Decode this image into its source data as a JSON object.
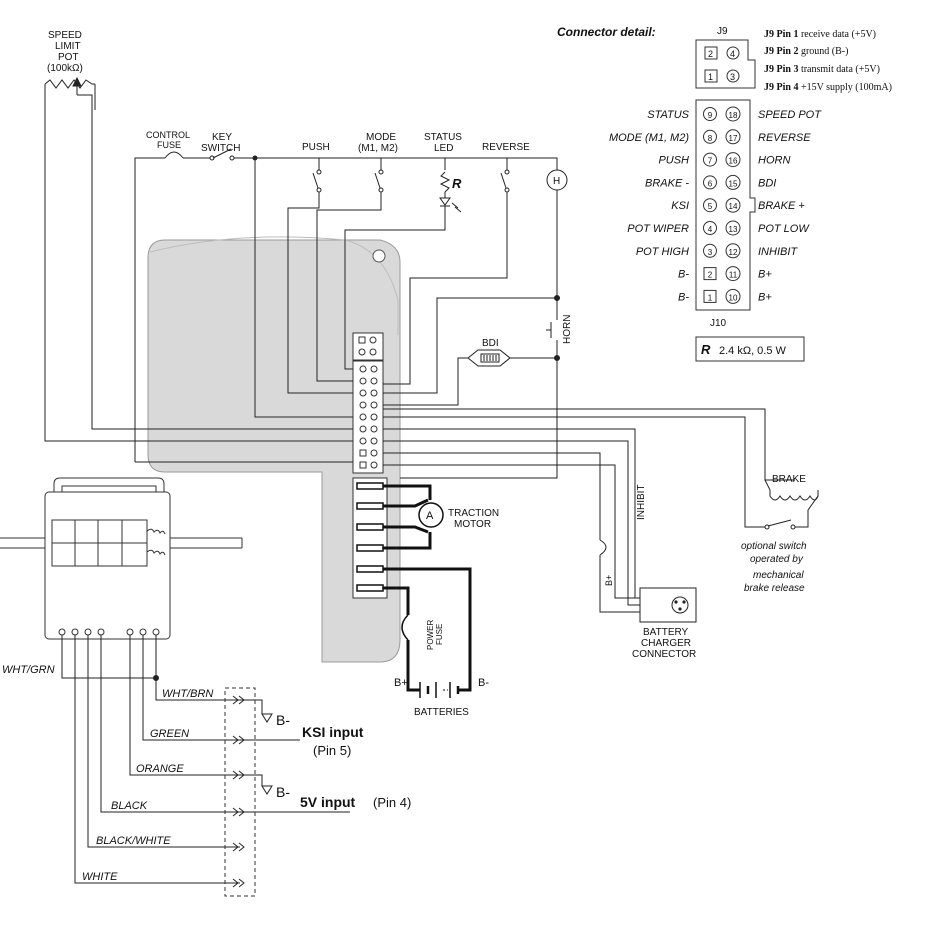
{
  "speed_pot": {
    "line1": "SPEED",
    "line2": "LIMIT",
    "line3": "POT",
    "line4": "(100kΩ)"
  },
  "top_labels": {
    "control_fuse_1": "CONTROL",
    "control_fuse_2": "FUSE",
    "key_switch_1": "KEY",
    "key_switch_2": "SWITCH",
    "push": "PUSH",
    "mode_1": "MODE",
    "mode_2": "(M1, M2)",
    "status_led_1": "STATUS",
    "status_led_2": "LED",
    "reverse": "REVERSE",
    "h": "H",
    "r": "R"
  },
  "horn": "HORN",
  "bdi": "BDI",
  "motor": {
    "a": "A",
    "line1": "TRACTION",
    "line2": "MOTOR"
  },
  "power_fuse": {
    "line1": "POWER",
    "line2": "FUSE"
  },
  "batteries": {
    "label": "BATTERIES",
    "bplus": "B+",
    "bminus": "B-"
  },
  "inhibit": "INHIBIT",
  "bplus_vert": "B+",
  "brake": "BRAKE",
  "optional_switch": {
    "l1": "optional switch",
    "l2": "operated by",
    "l3": "mechanical",
    "l4": "brake release"
  },
  "charger": {
    "l1": "BATTERY",
    "l2": "CHARGER",
    "l3": "CONNECTOR"
  },
  "connector_detail": {
    "title": "Connector detail:",
    "j9": "J9",
    "j10": "J10",
    "j9_pins": [
      {
        "pin": "J9 Pin 1",
        "desc": "receive data (+5V)"
      },
      {
        "pin": "J9 Pin 2",
        "desc": "ground (B-)"
      },
      {
        "pin": "J9 Pin 3",
        "desc": "transmit data (+5V)"
      },
      {
        "pin": "J9 Pin 4",
        "desc": "+15V supply (100mA)"
      }
    ],
    "j9_grid": [
      "2",
      "4",
      "1",
      "3"
    ],
    "left_labels": [
      "STATUS",
      "MODE (M1, M2)",
      "PUSH",
      "BRAKE -",
      "KSI",
      "POT WIPER",
      "POT HIGH",
      "B-",
      "B-"
    ],
    "left_nums": [
      "9",
      "8",
      "7",
      "6",
      "5",
      "4",
      "3",
      "2",
      "1"
    ],
    "right_nums": [
      "18",
      "17",
      "16",
      "15",
      "14",
      "13",
      "12",
      "11",
      "10"
    ],
    "right_labels": [
      "SPEED POT",
      "REVERSE",
      "HORN",
      "BDI",
      "BRAKE +",
      "POT LOW",
      "INHIBIT",
      "B+",
      "B+"
    ],
    "resistor_r": "R",
    "resistor_value": "2.4 kΩ, 0.5 W"
  },
  "harness": {
    "wht_grn": "WHT/GRN",
    "wires": [
      "WHT/BRN",
      "GREEN",
      "ORANGE",
      "BLACK",
      "BLACK/WHITE",
      "WHITE"
    ],
    "bminus1": "B-",
    "bminus2": "B-",
    "ksi_input": "KSI input",
    "ksi_pin": "(Pin 5)",
    "v5_input": "5V input",
    "v5_pin": "(Pin 4)"
  }
}
